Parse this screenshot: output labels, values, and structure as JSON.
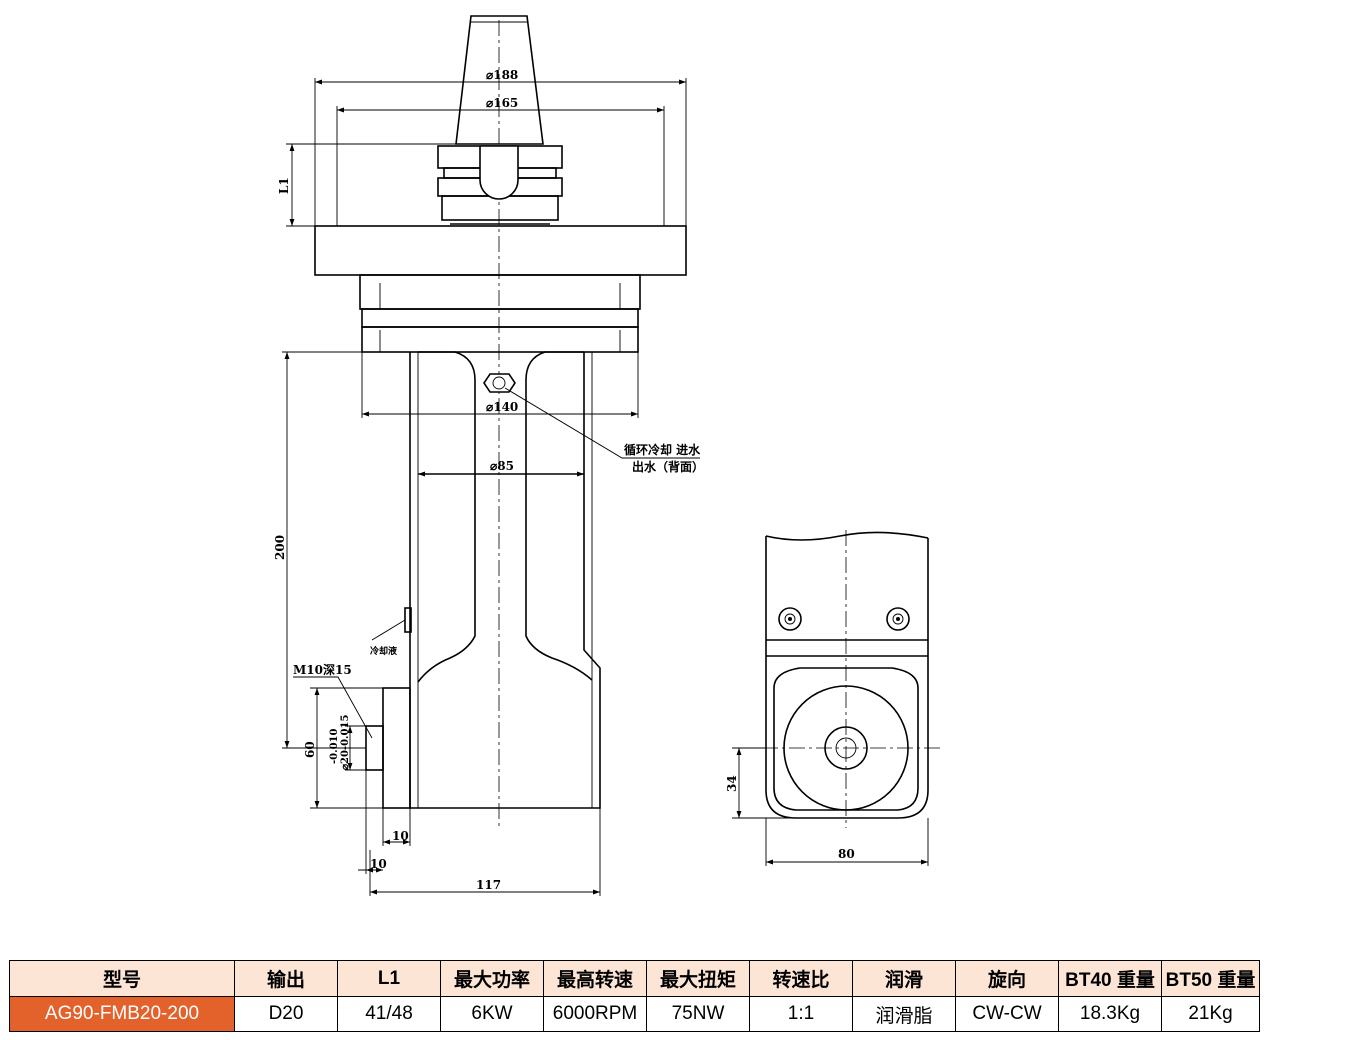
{
  "drawing": {
    "dims": {
      "d188": "⌀188",
      "d165": "⌀165",
      "l1": "L1",
      "d140": "⌀140",
      "d85": "⌀85",
      "len200": "200",
      "m10": "M10深15",
      "tol_upper": "-0.010",
      "tol_lower": "⌀20-0.015",
      "len60": "60",
      "len10a": "10",
      "len10b": "10",
      "len117": "117",
      "len34": "34",
      "len80": "80"
    },
    "notes": {
      "coolant_line1": "循环冷却 进水",
      "coolant_line2": "出水（背面）",
      "coolant_mark": "冷却液"
    }
  },
  "table": {
    "headers": [
      "型号",
      "输出",
      "L1",
      "最大功率",
      "最高转速",
      "最大扭矩",
      "转速比",
      "润滑",
      "旋向",
      "BT40 重量",
      "BT50 重量"
    ],
    "row": [
      "AG90-FMB20-200",
      "D20",
      "41/48",
      "6KW",
      "6000RPM",
      "75NW",
      "1:1",
      "润滑脂",
      "CW-CW",
      "18.3Kg",
      "21Kg"
    ]
  },
  "colors": {
    "model_cell": "#e3612b",
    "header_bg": "#fde5d6"
  }
}
